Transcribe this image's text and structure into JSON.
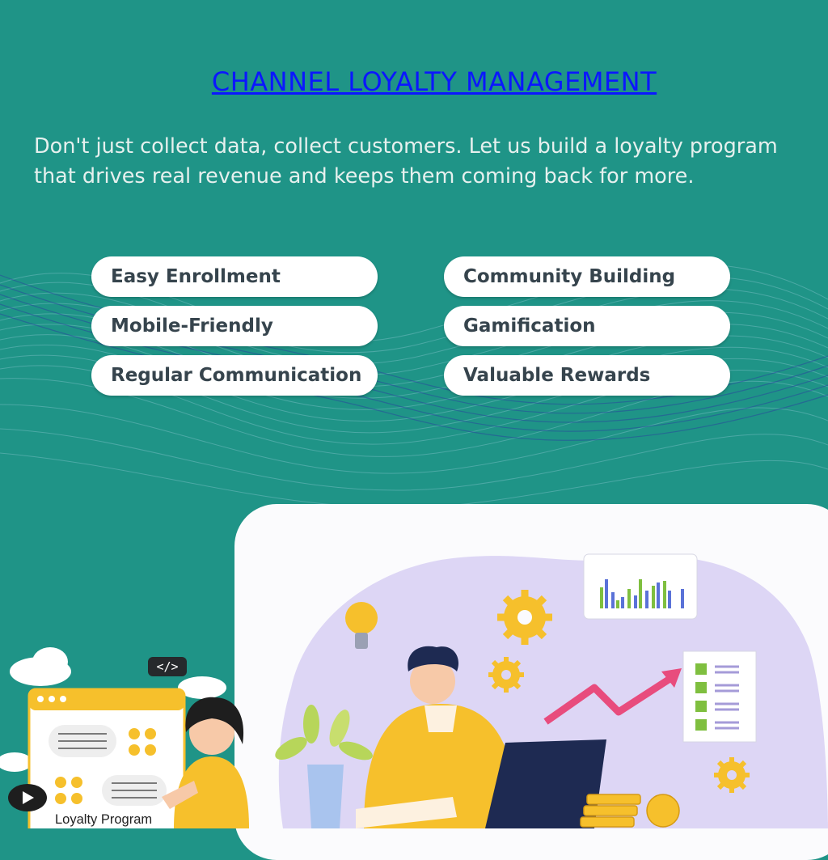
{
  "page": {
    "title": "CHANNEL LOYALTY MANAGEMENT",
    "intro": "Don't just collect data, collect customers. Let us build a loyalty program that drives real revenue and keeps them coming back for more."
  },
  "features": [
    {
      "label": "Easy Enrollment"
    },
    {
      "label": "Community Building"
    },
    {
      "label": "Mobile-Friendly"
    },
    {
      "label": "Gamification"
    },
    {
      "label": "Regular Communication"
    },
    {
      "label": "Valuable Rewards"
    }
  ],
  "illustration": {
    "loyalty_label": "Loyalty Program",
    "code_tag": "</>"
  },
  "colors": {
    "background": "#1f9487",
    "title_link": "#0b17ff",
    "pill": "#ffffff",
    "pill_text": "#36444d",
    "accent_yellow": "#f6c02c",
    "accent_pink": "#e84c7d",
    "navy": "#1e2a52"
  }
}
